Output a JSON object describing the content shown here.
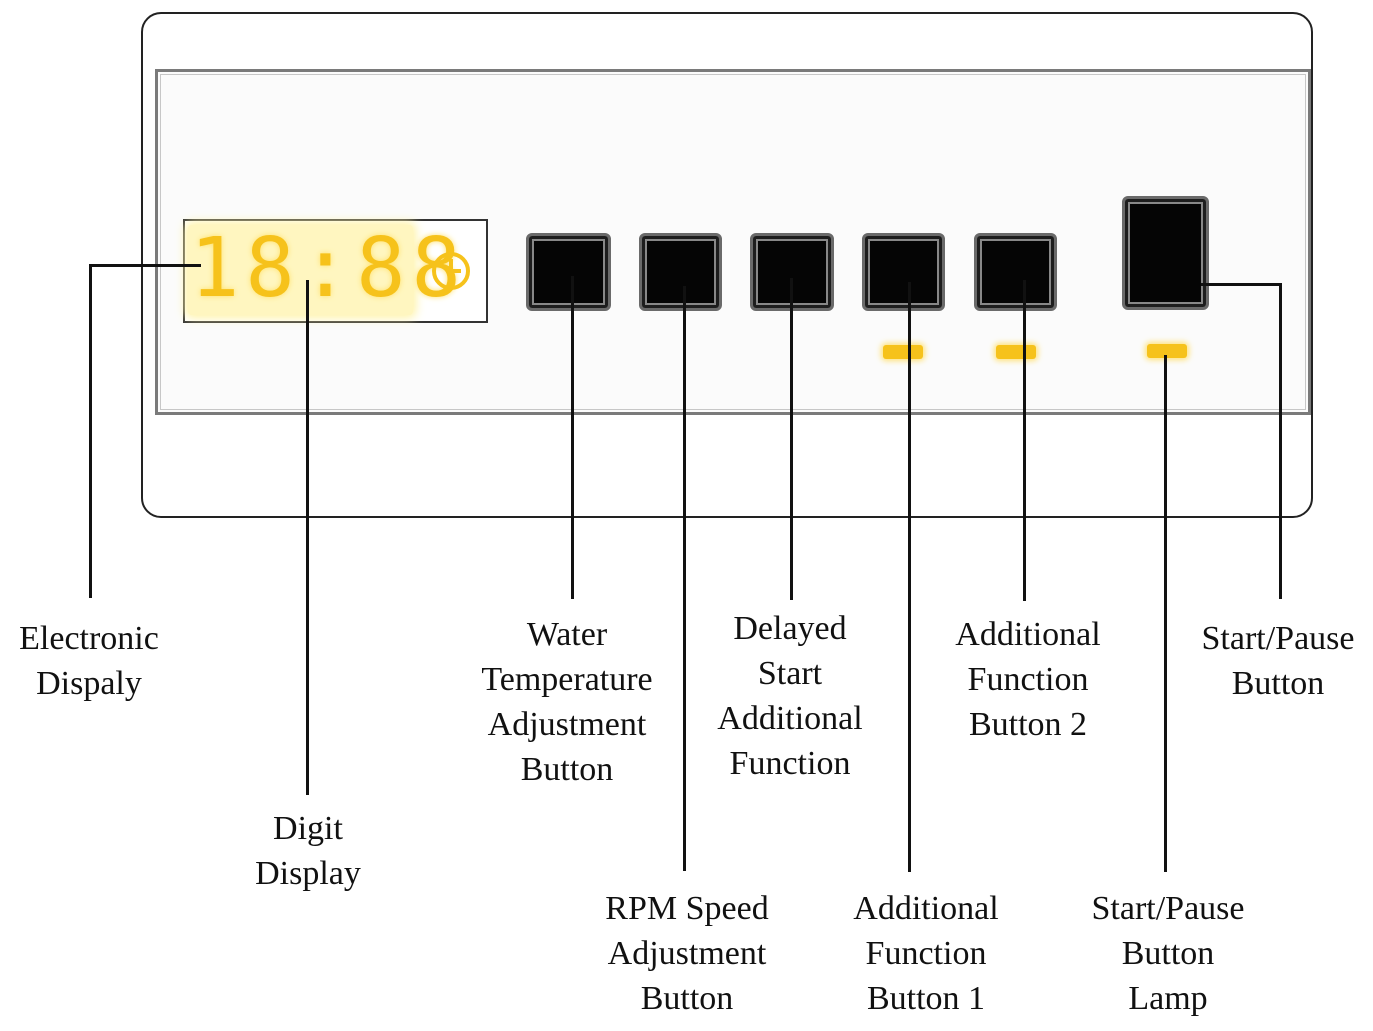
{
  "display": {
    "digits": "18:88",
    "icon": "clock-icon",
    "glow_color": "#f6c21b"
  },
  "labels": {
    "electronic_display": [
      "Electronic",
      "Dispaly"
    ],
    "digit_display": [
      "Digit",
      "Display"
    ],
    "water_temp": [
      "Water",
      "Temperature",
      "Adjustment",
      "Button"
    ],
    "rpm_speed": [
      "RPM Speed",
      "Adjustment",
      "Button"
    ],
    "delayed_start": [
      "Delayed",
      "Start",
      "Additional",
      "Function"
    ],
    "additional_function_1": [
      "Additional",
      "Function",
      "Button 1"
    ],
    "additional_function_2": [
      "Additional",
      "Function",
      "Button 2"
    ],
    "start_pause_lamp": [
      "Start/Pause",
      "Button",
      "Lamp"
    ],
    "start_pause_button": [
      "Start/Pause",
      "Button"
    ]
  }
}
